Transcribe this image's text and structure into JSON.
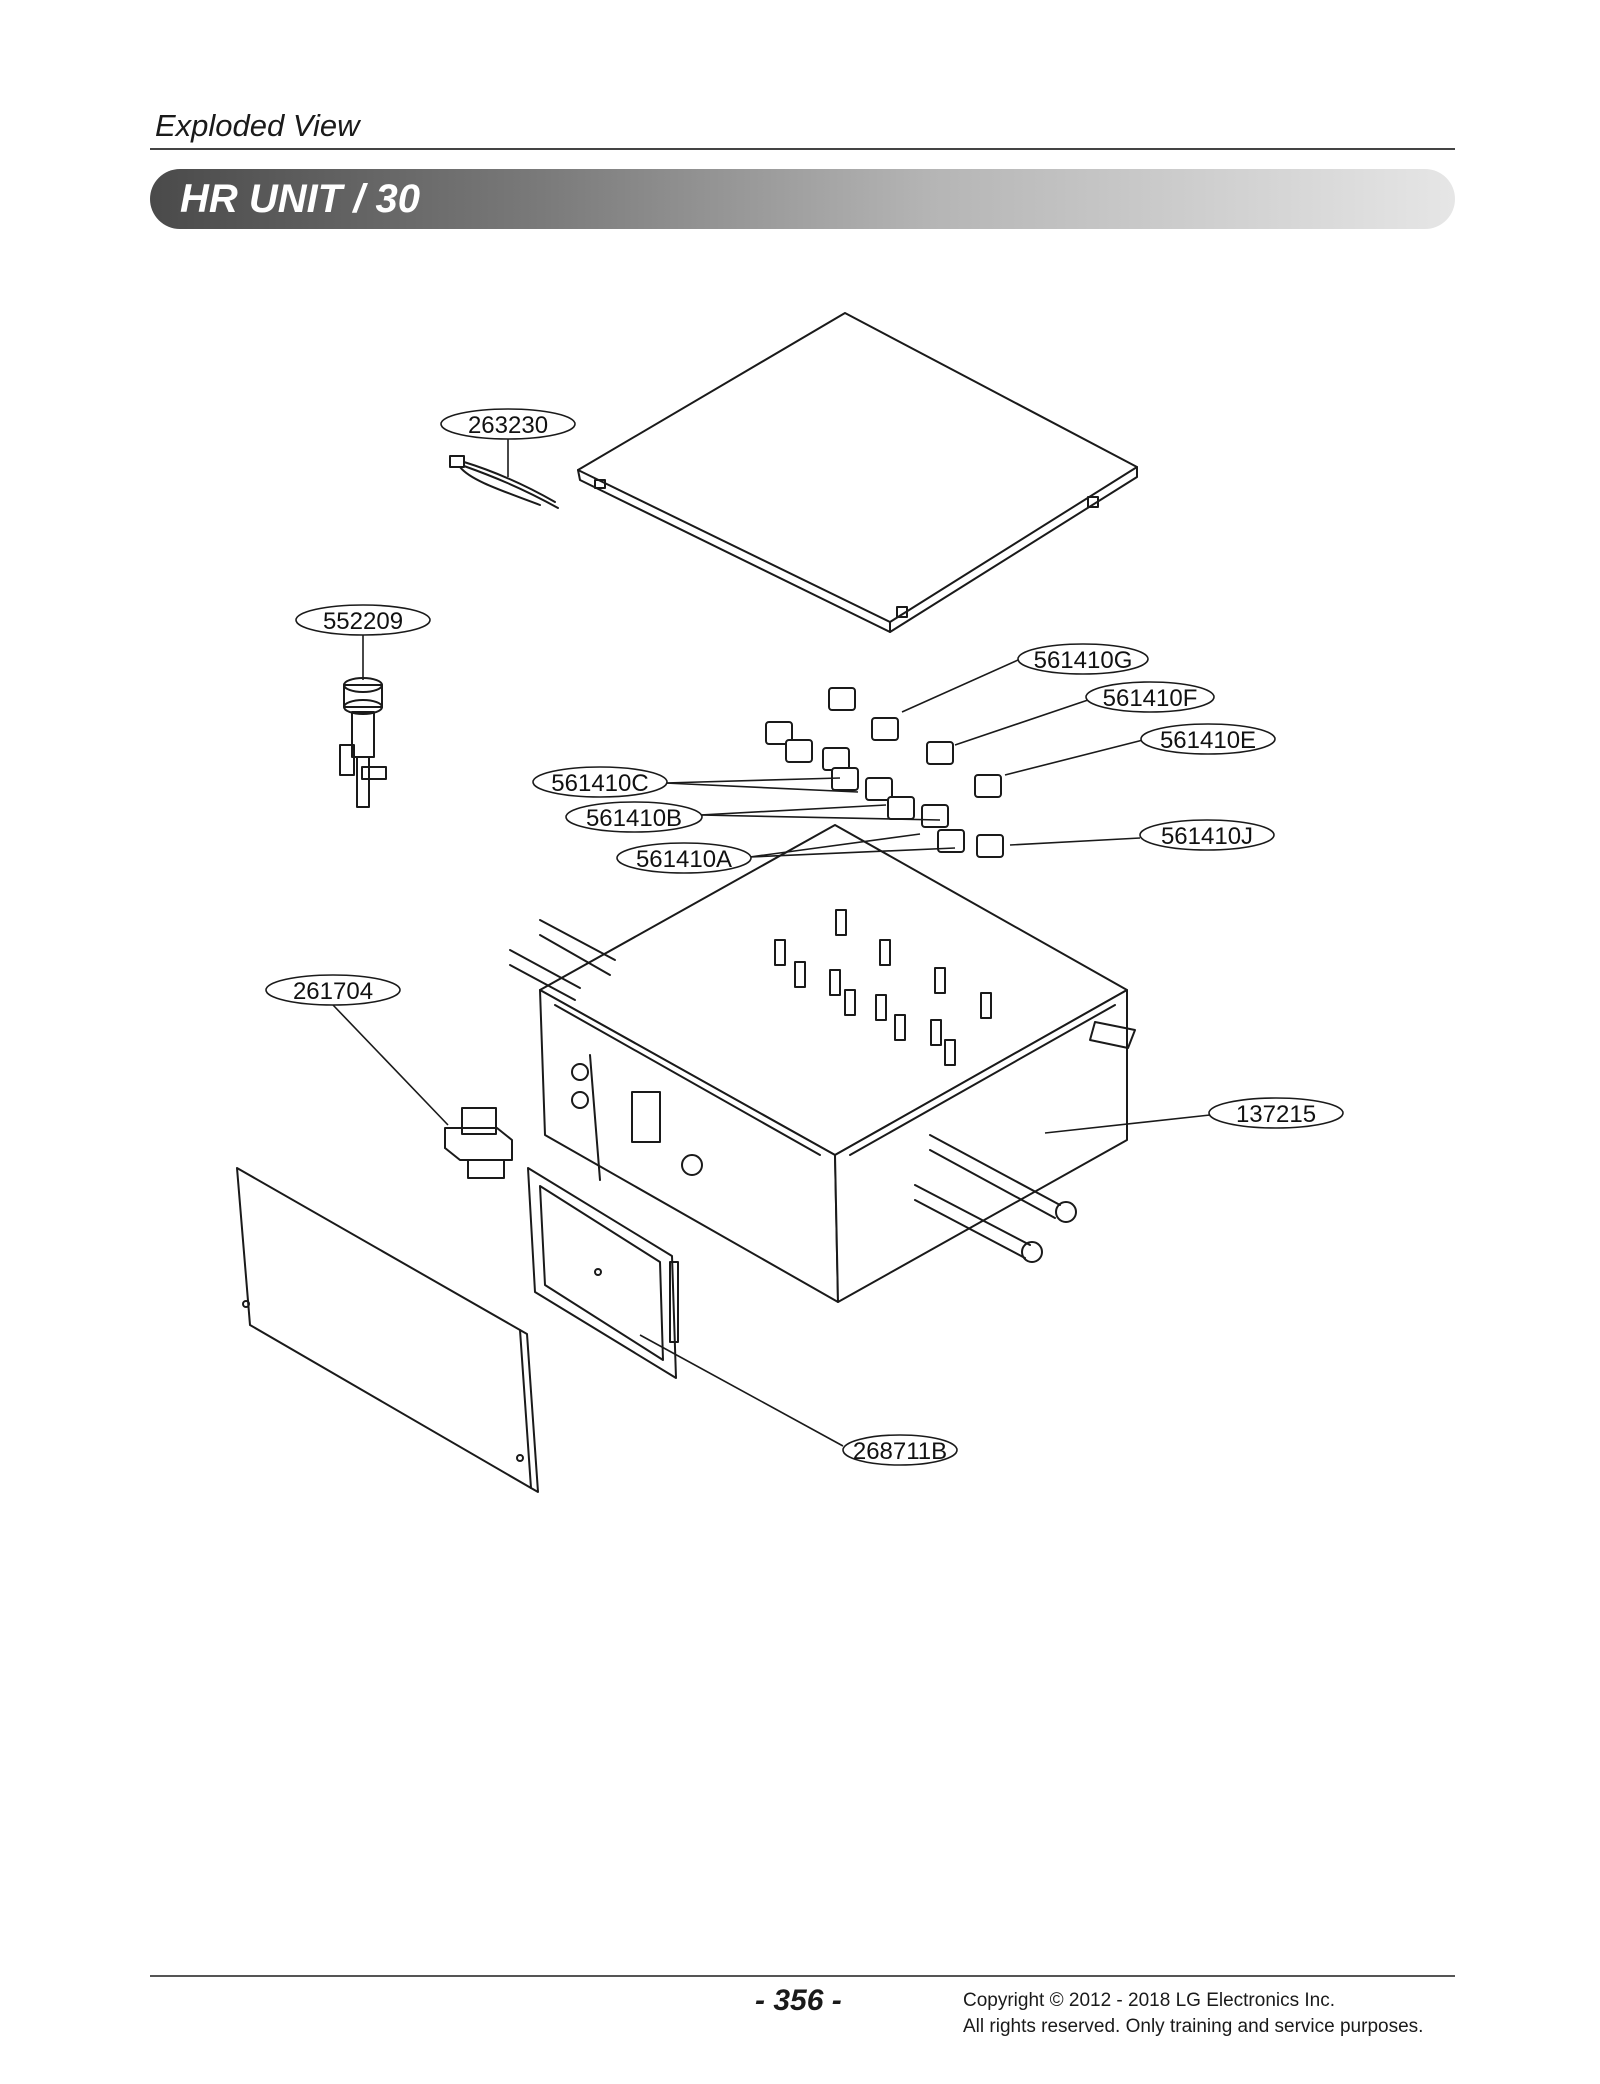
{
  "header": {
    "section_label": "Exploded View",
    "title": "HR UNIT / 30"
  },
  "diagram": {
    "callouts": [
      {
        "id": "c1",
        "label": "263230"
      },
      {
        "id": "c2",
        "label": "552209"
      },
      {
        "id": "c3",
        "label": "561410G"
      },
      {
        "id": "c4",
        "label": "561410F"
      },
      {
        "id": "c5",
        "label": "561410E"
      },
      {
        "id": "c6",
        "label": "561410C"
      },
      {
        "id": "c7",
        "label": "561410B"
      },
      {
        "id": "c8",
        "label": "561410J"
      },
      {
        "id": "c9",
        "label": "561410A"
      },
      {
        "id": "c10",
        "label": "261704"
      },
      {
        "id": "c11",
        "label": "137215"
      },
      {
        "id": "c12",
        "label": "268711B"
      }
    ]
  },
  "footer": {
    "page_number": "- 356 -",
    "copyright_line1": "Copyright © 2012 - 2018 LG Electronics Inc.",
    "copyright_line2": "All rights reserved. Only training and service purposes."
  }
}
